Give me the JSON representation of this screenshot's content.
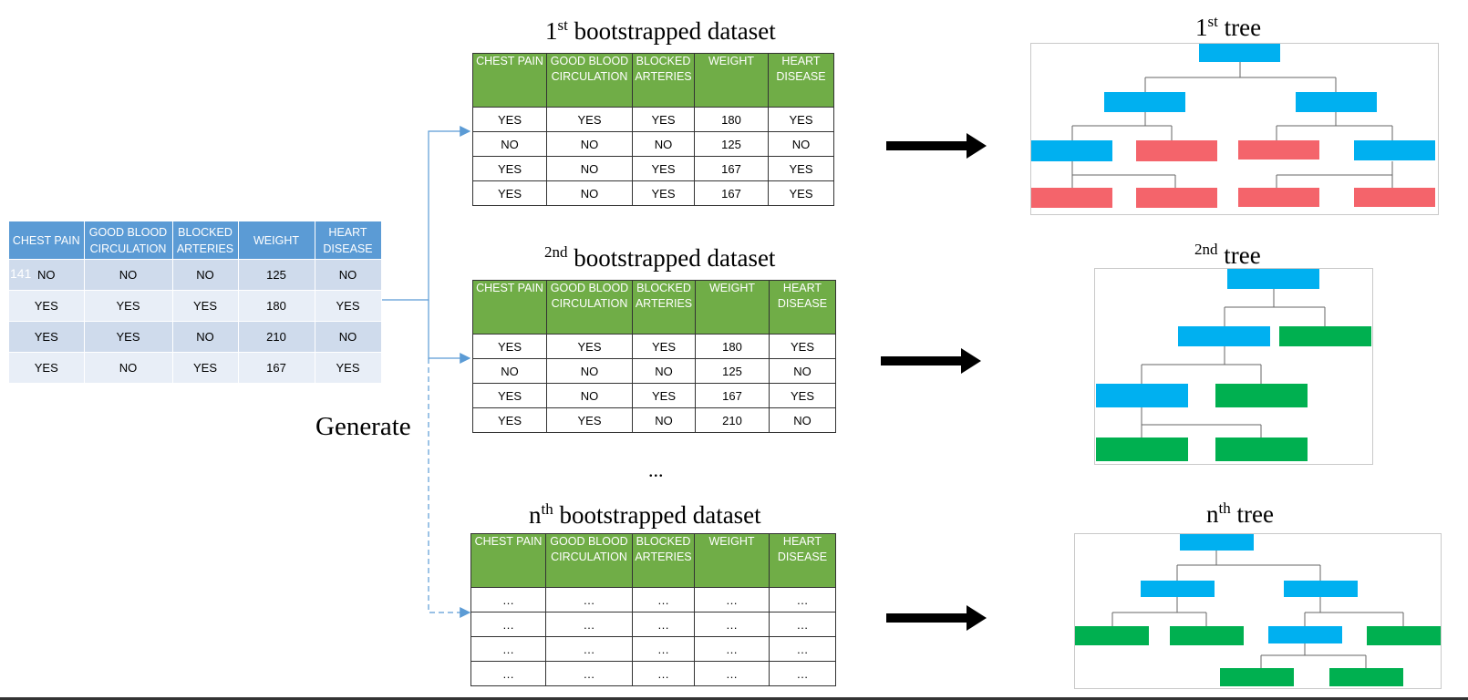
{
  "labels": {
    "generate": "Generate",
    "ellipsis": "...",
    "row_overlay": "141"
  },
  "original_table": {
    "headers": [
      "CHEST PAIN",
      "GOOD BLOOD CIRCULATION",
      "BLOCKED ARTERIES",
      "WEIGHT",
      "HEART DISEASE"
    ],
    "rows": [
      [
        "NO",
        "NO",
        "NO",
        "125",
        "NO"
      ],
      [
        "YES",
        "YES",
        "YES",
        "180",
        "YES"
      ],
      [
        "YES",
        "YES",
        "NO",
        "210",
        "NO"
      ],
      [
        "YES",
        "NO",
        "YES",
        "167",
        "YES"
      ]
    ]
  },
  "datasets": [
    {
      "title_pre": "1",
      "title_sup": "st",
      "title_post": " bootstrapped dataset",
      "headers": [
        "CHEST PAIN",
        "GOOD BLOOD CIRCULATION",
        "BLOCKED ARTERIES",
        "WEIGHT",
        "HEART DISEASE"
      ],
      "rows": [
        [
          "YES",
          "YES",
          "YES",
          "180",
          "YES"
        ],
        [
          "NO",
          "NO",
          "NO",
          "125",
          "NO"
        ],
        [
          "YES",
          "NO",
          "YES",
          "167",
          "YES"
        ],
        [
          "YES",
          "NO",
          "YES",
          "167",
          "YES"
        ]
      ]
    },
    {
      "title_pre": "",
      "title_sup": "2nd",
      "title_post": " bootstrapped dataset",
      "headers": [
        "CHEST PAIN",
        "GOOD BLOOD CIRCULATION",
        "BLOCKED ARTERIES",
        "WEIGHT",
        "HEART DISEASE"
      ],
      "rows": [
        [
          "YES",
          "YES",
          "YES",
          "180",
          "YES"
        ],
        [
          "NO",
          "NO",
          "NO",
          "125",
          "NO"
        ],
        [
          "YES",
          "NO",
          "YES",
          "167",
          "YES"
        ],
        [
          "YES",
          "YES",
          "NO",
          "210",
          "NO"
        ]
      ]
    },
    {
      "title_pre": "n",
      "title_sup": "th",
      "title_post": " bootstrapped dataset",
      "headers": [
        "CHEST PAIN",
        "GOOD BLOOD CIRCULATION",
        "BLOCKED ARTERIES",
        "WEIGHT",
        "HEART DISEASE"
      ],
      "rows": [
        [
          "…",
          "…",
          "…",
          "…",
          "…"
        ],
        [
          "…",
          "…",
          "…",
          "…",
          "…"
        ],
        [
          "…",
          "…",
          "…",
          "…",
          "…"
        ],
        [
          "…",
          "…",
          "…",
          "…",
          "…"
        ]
      ]
    }
  ],
  "trees": [
    {
      "title_pre": "1",
      "title_sup": "st",
      "title_post": " tree"
    },
    {
      "title_pre": "",
      "title_sup": "2nd",
      "title_post": " tree"
    },
    {
      "title_pre": "n",
      "title_sup": "th",
      "title_post": " tree"
    }
  ],
  "colors": {
    "node_blue": "#00b0f0",
    "leaf_red": "#f4646b",
    "leaf_green": "#00b050",
    "header_green": "#70ad47",
    "header_blue": "#5b9bd5",
    "connector": "#5b9bd5"
  }
}
